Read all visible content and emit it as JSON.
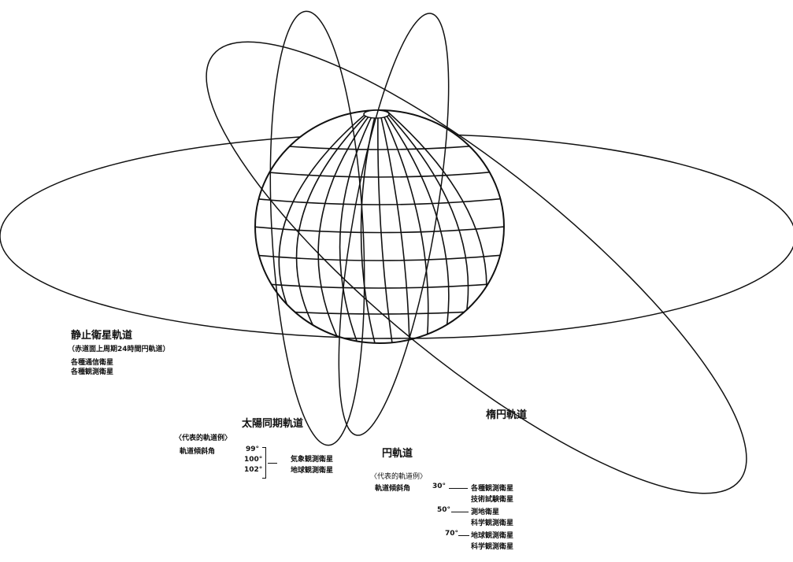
{
  "geostationary": {
    "title": "静止衛星軌道",
    "subtitle": "（赤道面上周期24時間円軌道）",
    "items": [
      "各種通信衛星",
      "各種観測衛星"
    ]
  },
  "sun_synchronous": {
    "title": "太陽同期軌道",
    "example_header": "〈代表的軌道例〉",
    "inclination_label": "軌道傾斜角",
    "angles": [
      "99°",
      "100°",
      "102°"
    ],
    "satellites": [
      "気象観測衛星",
      "地球観測衛星"
    ]
  },
  "elliptical": {
    "title": "楕円軌道"
  },
  "circular": {
    "title": "円軌道",
    "example_header": "〈代表的軌道例〉",
    "inclination_label": "軌道傾斜角",
    "rows": [
      {
        "angle": "30°",
        "lines": [
          "各種観測衛星",
          "技術試験衛星"
        ]
      },
      {
        "angle": "50°",
        "lines": [
          "測地衛星",
          "科学観測衛星"
        ]
      },
      {
        "angle": "70°",
        "lines": [
          "地球観測衛星",
          "科学観測衛星"
        ]
      }
    ]
  }
}
